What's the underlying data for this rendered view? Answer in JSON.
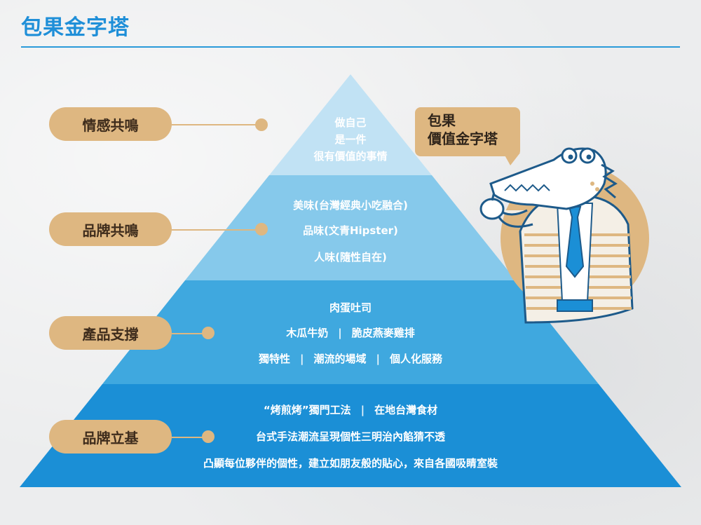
{
  "title": "包果金字塔",
  "bubble": {
    "line1": "包果",
    "line2": "價值金字塔"
  },
  "tiers": [
    {
      "label": "情感共鳴",
      "lines": [
        "做自己",
        "是一件",
        "很有價值的事情"
      ]
    },
    {
      "label": "品牌共鳴",
      "lines": [
        "美味(台灣經典小吃融合)",
        "品味(文青Hipster)",
        "人味(隨性自在)"
      ]
    },
    {
      "label": "產品支撐",
      "line1": "肉蛋吐司",
      "line2": [
        "木瓜牛奶",
        "脆皮燕麥雞排"
      ],
      "line3": [
        "獨特性",
        "潮流的場域",
        "個人化服務"
      ]
    },
    {
      "label": "品牌立基",
      "line1": [
        "“烤煎烤”獨門工法",
        "在地台灣食材"
      ],
      "line2": "台式手法潮流呈現個性三明治內餡猜不透",
      "line3": "凸顯每位夥伴的個性，建立如朋友般的貼心，來自各國吸睛室裝"
    }
  ],
  "separator": "|",
  "colors": {
    "title": "#1f8fd8",
    "tier1": "#c1e2f4",
    "tier2": "#86c9eb",
    "tier3": "#3fa8df",
    "tier4": "#1b8fd6",
    "accent": "#deb781"
  },
  "icons": [
    "crocodile-mascot-illustration"
  ]
}
